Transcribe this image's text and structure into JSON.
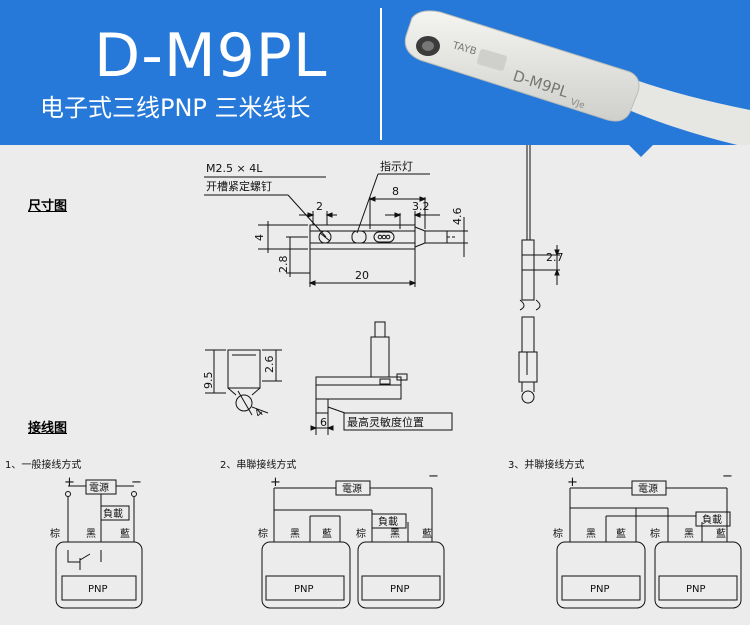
{
  "header": {
    "model": "D-M9PL",
    "subtitle": "电子式三线PNP 三米线长",
    "product_label_brand": "TAYB",
    "product_label_model": "D-M9PL",
    "product_label_code": "VJe"
  },
  "sections": {
    "dimensions": "尺寸图",
    "wiring": "接线图"
  },
  "dimension_labels": {
    "screw_spec": "M2.5 × 4L",
    "screw_name": "开槽紧定螺钉",
    "indicator": "指示灯",
    "dim_2": "2",
    "dim_8": "8",
    "dim_3_2": "3.2",
    "dim_4_6": "4.6",
    "dim_4": "4",
    "dim_2_8": "2.8",
    "dim_20": "20",
    "dim_2_7": "2.7",
    "dim_9_5": "9.5",
    "dim_2_6": "2.6",
    "dim_4b": "4",
    "dim_6": "6",
    "sensing_position": "最高灵敏度位置"
  },
  "wiring": {
    "d1_title": "1、一般接线方式",
    "d2_title": "2、串聯接线方式",
    "d3_title": "3、并聯接线方式",
    "plus": "+",
    "minus": "−",
    "power": "電源",
    "load": "負載",
    "brown": "棕",
    "black": "黑",
    "blue": "藍",
    "pnp": "PNP"
  }
}
